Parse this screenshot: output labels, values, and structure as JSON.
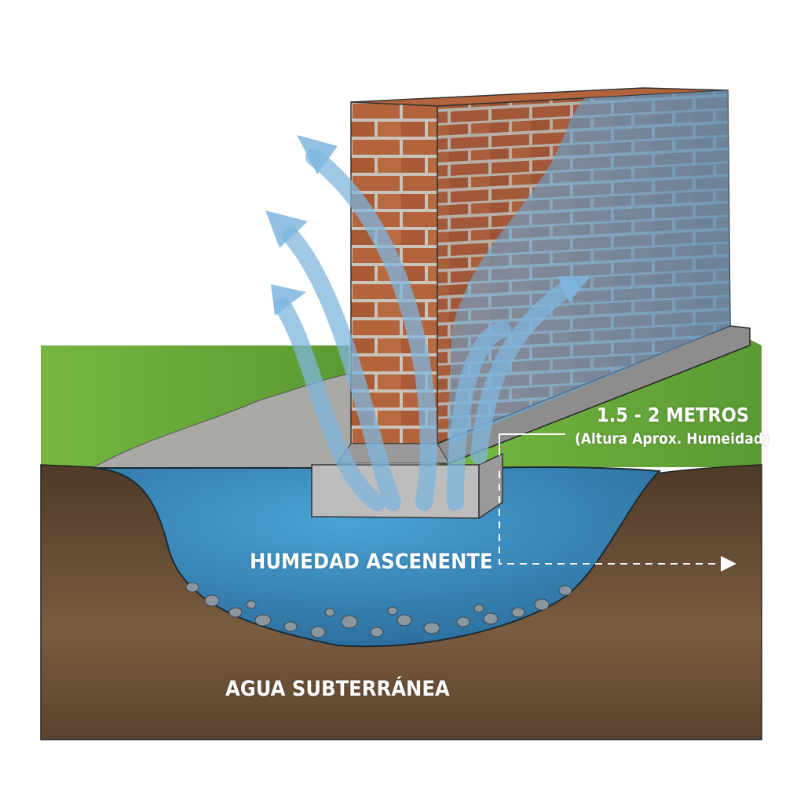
{
  "labels": {
    "height_range": "1.5 - 2 METROS",
    "height_note": "(Altura Aprox. Humeidad)",
    "rising_damp": "HUMEDAD ASCENENTE",
    "groundwater": "AGUA SUBTERRÁNEA"
  },
  "colors": {
    "grass": "#6aa63a",
    "soil": "#6b5037",
    "water": "#3f8fc4",
    "brick": "#b4643c",
    "mortar": "#c9c3bb",
    "arrow": "#7fb6de"
  }
}
